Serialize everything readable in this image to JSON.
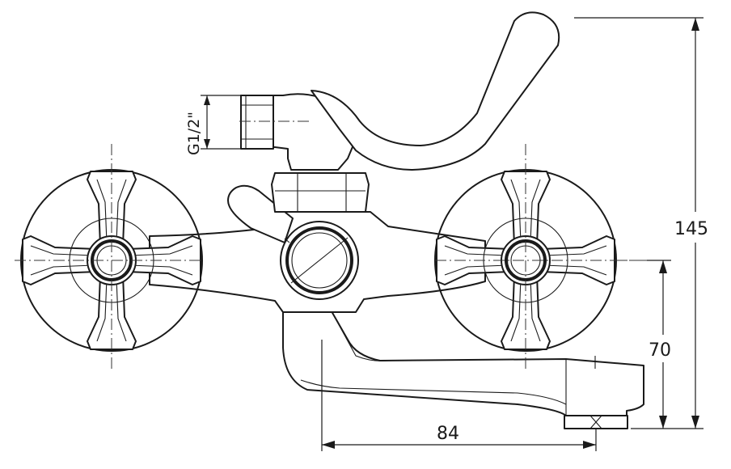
{
  "dimensions": {
    "total_height": "145",
    "spout_height": "70",
    "spout_reach": "84",
    "thread_size": "G1/2\""
  }
}
